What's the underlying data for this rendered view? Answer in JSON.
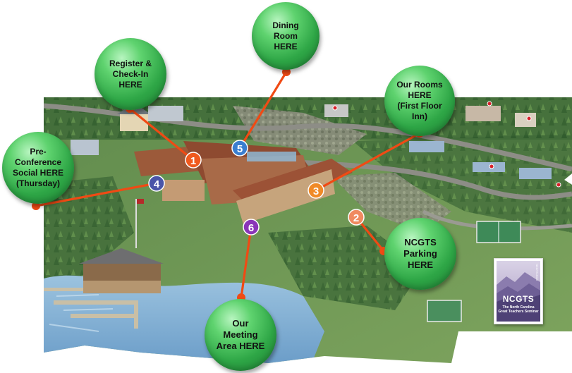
{
  "colors": {
    "callout_green": "#3bbf52",
    "line_orange": "#f04a14",
    "marker_orange": "#f07020",
    "marker_blue": "#3a78c8",
    "marker_indigo": "#4a55a8",
    "marker_purple": "#8a35b8"
  },
  "markers": [
    {
      "number": "1",
      "color": "#f05a1e"
    },
    {
      "number": "2",
      "color": "#f08a60"
    },
    {
      "number": "3",
      "color": "#f08a28"
    },
    {
      "number": "4",
      "color": "#4a55a8"
    },
    {
      "number": "5",
      "color": "#3a7ed0"
    },
    {
      "number": "6",
      "color": "#8a35b8"
    }
  ],
  "callouts": {
    "dining": "Dining\nRoom\nHERE",
    "register": "Register &\nCheck-In\nHERE",
    "rooms": "Our Rooms\nHERE\n(First Floor\nInn)",
    "social": "Pre-\nConference\nSocial HERE\n(Thursday)",
    "parking": "NCGTS\nParking\nHERE",
    "meeting": "Our\nMeeting\nArea HERE"
  },
  "logo": {
    "title": "NCGTS",
    "subtitle": "The North Carolina\nGreat Teachers Seminar",
    "side_text": "NCGTS 2013"
  }
}
